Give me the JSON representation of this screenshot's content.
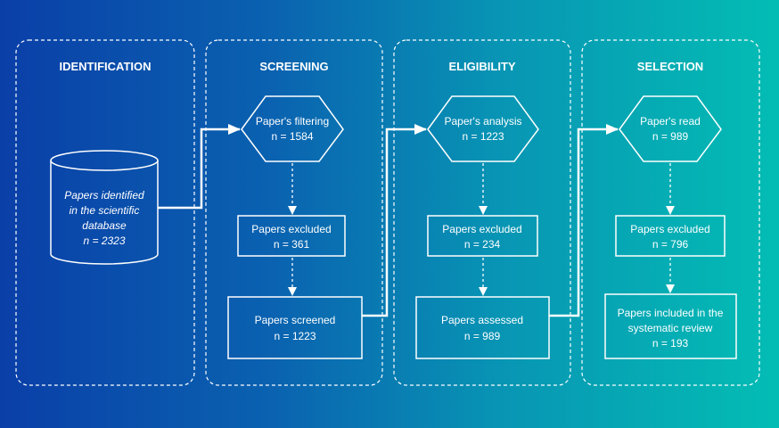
{
  "stages": [
    {
      "title": "IDENTIFICATION"
    },
    {
      "title": "SCREENING"
    },
    {
      "title": "ELIGIBILITY"
    },
    {
      "title": "SELECTION"
    }
  ],
  "database": {
    "lines": [
      "Papers identified",
      "in the scientific",
      "database",
      "n = 2323"
    ]
  },
  "screening": {
    "filter": [
      "Paper's filtering",
      "n = 1584"
    ],
    "excluded": [
      "Papers excluded",
      "n = 361"
    ],
    "result": [
      "Papers screened",
      "n = 1223"
    ]
  },
  "eligibility": {
    "filter": [
      "Paper's analysis",
      "n = 1223"
    ],
    "excluded": [
      "Papers excluded",
      "n = 234"
    ],
    "result": [
      "Papers assessed",
      "n = 989"
    ]
  },
  "selection": {
    "filter": [
      "Paper's read",
      "n = 989"
    ],
    "excluded": [
      "Papers excluded",
      "n = 796"
    ],
    "result": [
      "Papers included in the",
      "systematic review",
      "n = 193"
    ]
  },
  "colors": {
    "gradient_left": "#0a3fa8",
    "gradient_right": "#03bdb4",
    "stroke": "#ffffff"
  }
}
